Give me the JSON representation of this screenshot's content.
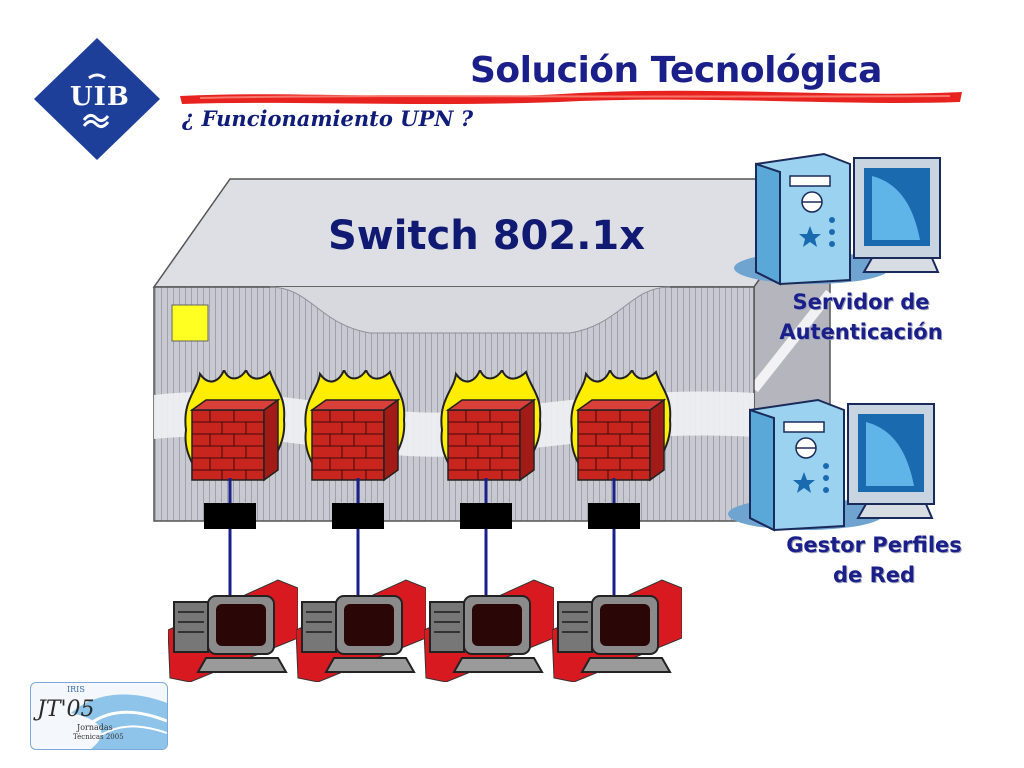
{
  "header": {
    "logo_text": "UIB",
    "title": "Solución Tecnológica",
    "subtitle": "¿ Funcionamiento UPN ?"
  },
  "diagram": {
    "switch_label": "Switch 802.1x",
    "auth_server": {
      "line1": "Servidor de",
      "line2": "Autenticación"
    },
    "profile_manager": {
      "line1": "Gestor Perfiles",
      "line2": "de Red"
    },
    "firewall_count": 4,
    "client_count": 4
  },
  "footer_logo": {
    "brand": "JT'05",
    "small_top": "IRIS",
    "line1": "Jornadas",
    "line2": "Técnicas 2005"
  },
  "colors": {
    "title": "#1a1f8a",
    "brush_stroke": "#e8231f",
    "logo_blue": "#1d3f9a",
    "firewall_brick": "#c8251f",
    "flame": "#ffee00",
    "switch_body": "#d2d3d9"
  }
}
